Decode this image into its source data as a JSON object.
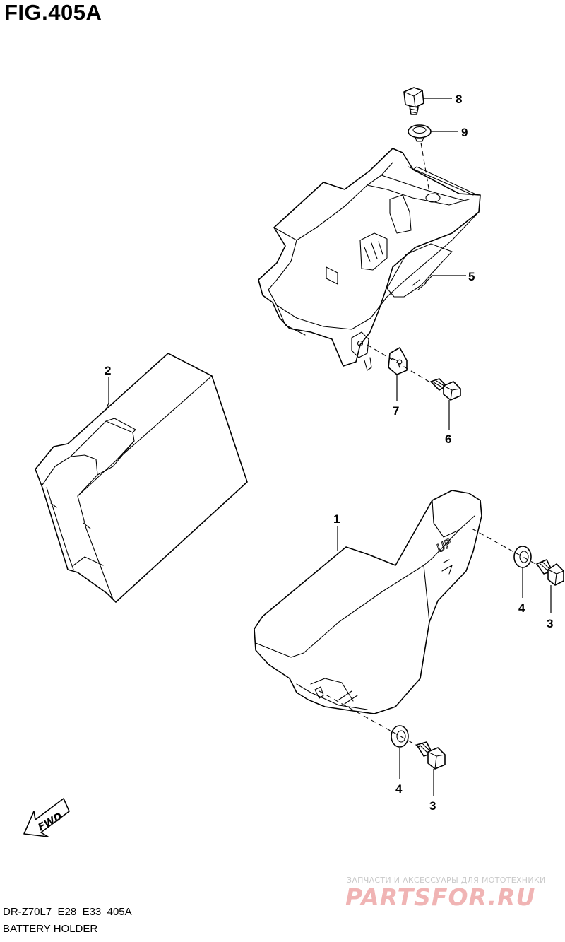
{
  "figure": {
    "title": "FIG.405A",
    "model_code": "DR-Z70L7_E28_E33_405A",
    "caption": "BATTERY HOLDER"
  },
  "callouts": {
    "c1": "1",
    "c2": "2",
    "c3a": "3",
    "c3b": "3",
    "c4a": "4",
    "c4b": "4",
    "c5": "5",
    "c6": "6",
    "c7": "7",
    "c8": "8",
    "c9": "9"
  },
  "direction_arrow": {
    "label": "FWD"
  },
  "cover_marking": "UP",
  "watermark": {
    "tagline": "ЗАПЧАСТИ И АКСЕССУАРЫ ДЛЯ МОТОТЕХНИКИ",
    "logo": "PARTSFOR.RU"
  }
}
